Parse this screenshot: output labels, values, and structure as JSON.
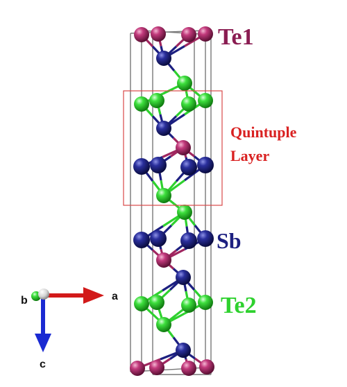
{
  "labels": {
    "te1": "Te1",
    "sb": "Sb",
    "te2": "Te2",
    "ql_line1": "Quintuple",
    "ql_line2": "Layer"
  },
  "axes": {
    "a": "a",
    "b": "b",
    "c": "c"
  },
  "colors": {
    "te1": "#a0265f",
    "sb": "#1c1f80",
    "te2": "#2ed12e",
    "quintuple_box": "#d84848",
    "quintuple_text": "#d92121",
    "sb_text": "#1c1f80",
    "te1_text": "#8a1d52",
    "te2_text": "#2ed12e",
    "axis_a": "#d21a1a",
    "axis_c": "#1a2ad2",
    "axis_b": "#2ec42e",
    "cell_edge": "#777777"
  }
}
